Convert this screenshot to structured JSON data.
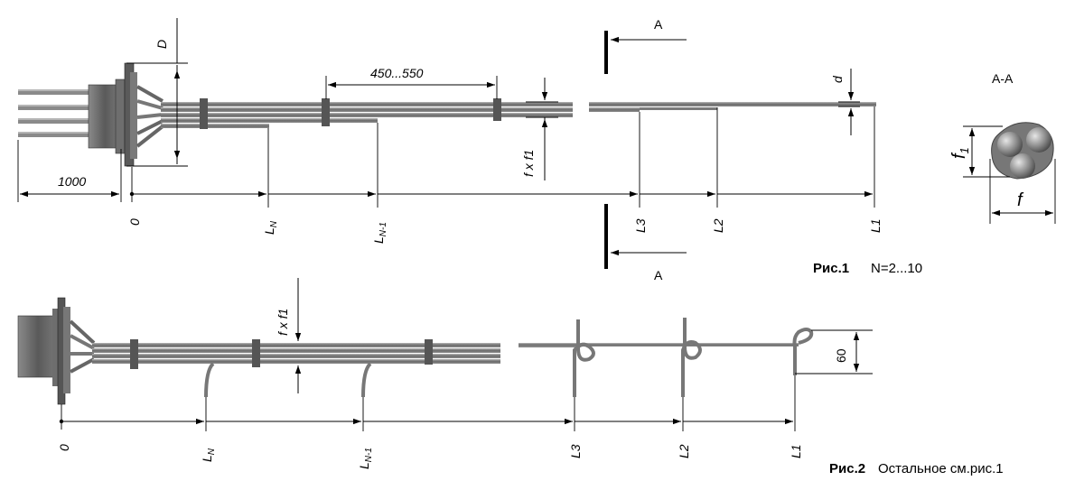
{
  "fig1": {
    "dim_D": "D",
    "dim_spacing": "450...550",
    "dim_d": "d",
    "dim_fxf1": "f x f1",
    "dim_1000": "1000",
    "zero": "0",
    "LN": "L",
    "LN_sub": "N",
    "LN1": "L",
    "LN1_sub": "N-1",
    "L3": "L3",
    "L2": "L2",
    "L1": "L1",
    "section_mark": "A",
    "caption_bold": "Рис.1",
    "caption_text": "N=2...10"
  },
  "section": {
    "title": "A-A",
    "f1": "f",
    "f1_sub": "1",
    "f": "f"
  },
  "fig2": {
    "dim_fxf1": "f x f1",
    "dim_60": "60",
    "zero": "0",
    "LN": "L",
    "LN_sub": "N",
    "LN1": "L",
    "LN1_sub": "N-1",
    "L3": "L3",
    "L2": "L2",
    "L1": "L1",
    "caption_bold": "Рис.2",
    "caption_text": "Остальное см.рис.1"
  },
  "colors": {
    "cable_dark": "#555555",
    "cable_light": "#9a9a9a",
    "metal": "#7a7a7a",
    "line": "#000000"
  }
}
